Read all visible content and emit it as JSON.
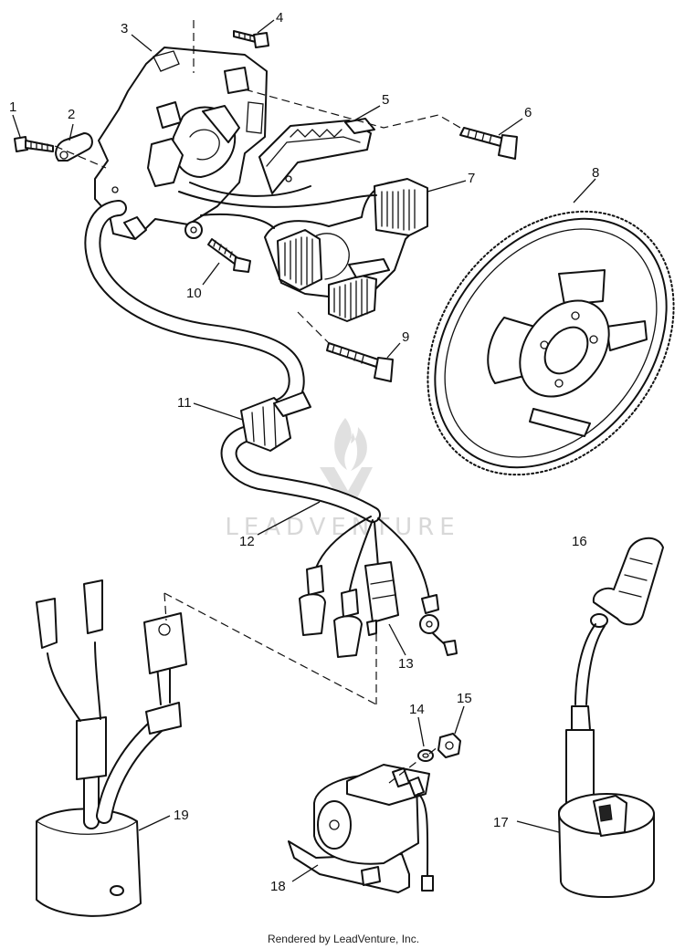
{
  "diagram": {
    "callouts": [
      "1",
      "2",
      "3",
      "4",
      "5",
      "6",
      "7",
      "8",
      "9",
      "10",
      "11",
      "12",
      "13",
      "14",
      "15",
      "16",
      "17",
      "18",
      "19"
    ],
    "watermark": "LEADVENTURE",
    "footer": "Rendered by LeadVenture, Inc."
  }
}
